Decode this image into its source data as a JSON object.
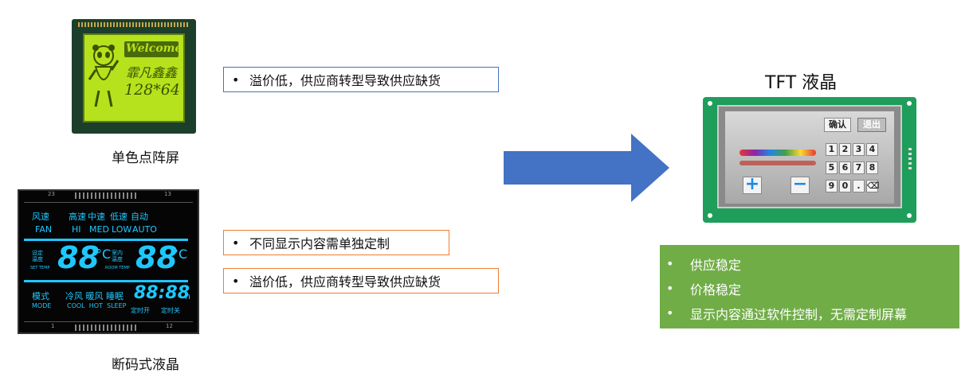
{
  "mono_lcd": {
    "caption": "单色点阵屏",
    "line1": "Welcome",
    "line2": "霏凡鑫鑫",
    "line3": "128*64"
  },
  "segment_lcd": {
    "caption": "断码式液晶",
    "top_left_num": "23",
    "top_right_num": "13",
    "bottom_left_num": "1",
    "bottom_right_num": "12",
    "fan_cn": "风速",
    "fan_en": "FAN",
    "speeds_cn": [
      "高速",
      "中速",
      "低速",
      "自动"
    ],
    "speeds_en": [
      "HI",
      "MED",
      "LOW",
      "AUTO"
    ],
    "set_temp_cn": "设定\n温度",
    "set_temp_en": "SET TEMP",
    "room_temp_cn": "室内\n温度",
    "room_temp_en": "ROOM TEMP",
    "digits": "88",
    "degree": "°C",
    "mode_cn": "模式",
    "mode_en": "MODE",
    "modes_cn": "冷风 暖风 睡眠",
    "modes_en": "COOL  HOT  SLEEP",
    "time": "88:88",
    "time_unit": "h",
    "timer_on": "定时开",
    "timer_off": "定时关"
  },
  "notes": {
    "top": "溢价低，供应商转型导致供应缺货",
    "middle": "不同显示内容需单独定制",
    "bottom": "溢价低，供应商转型导致供应缺货",
    "bullet": "•"
  },
  "tft": {
    "title": "TFT 液晶",
    "confirm": "确认",
    "exit": "退出",
    "keys": [
      "1",
      "2",
      "3",
      "4",
      "5",
      "6",
      "7",
      "8",
      "9",
      "0",
      ".",
      "⌫"
    ],
    "plus": "+",
    "minus": "−"
  },
  "benefits": {
    "bullet": "•",
    "items": [
      "供应稳定",
      "价格稳定",
      "显示内容通过软件控制，无需定制屏幕"
    ]
  },
  "colors": {
    "arrow": "#4472c4",
    "benefit_bg": "#70ad47",
    "note_blue": "#4472c4",
    "note_orange": "#ed7d31",
    "segment": "#1ec8ff"
  }
}
